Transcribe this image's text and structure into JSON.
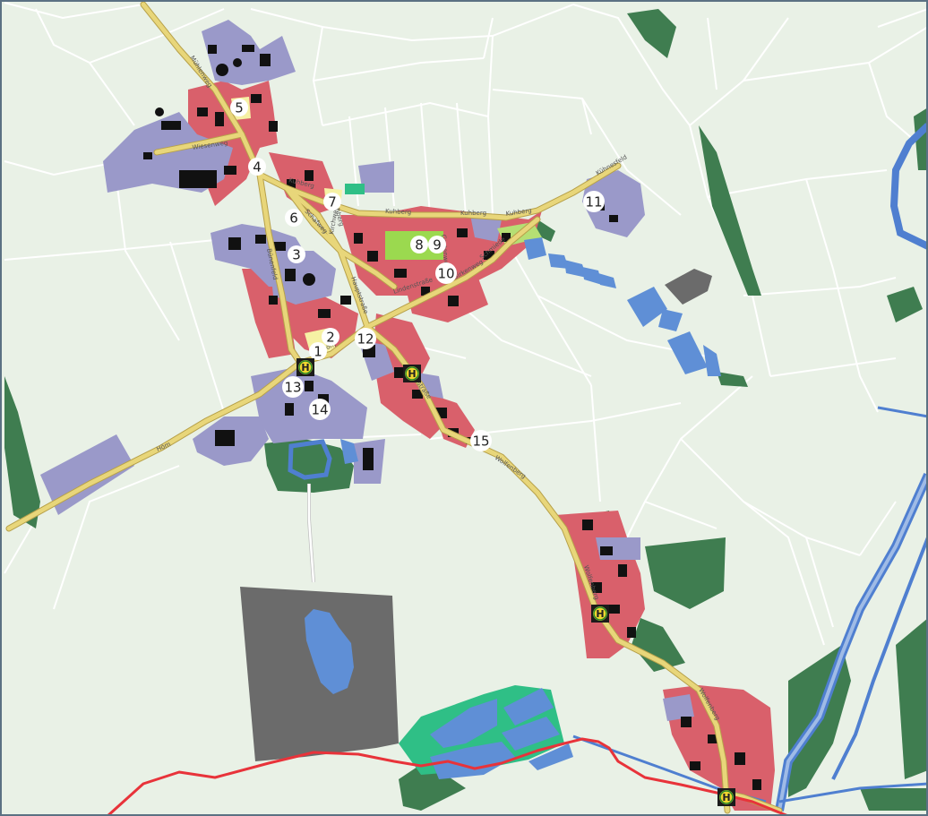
{
  "map": {
    "colors": {
      "background": "#e9f1e6",
      "field_line": "#ffffff",
      "residential": "#d9606b",
      "industrial": "#9a99c9",
      "building": "#111111",
      "forest": "#3f7d50",
      "water": "#5f8fd6",
      "quarry": "#6b6b6b",
      "park": "#9bd94f",
      "cemetery": "#2fbf86",
      "main_road": "#e8d67a",
      "road_casing": "#b7a14a",
      "route": "#e8333a",
      "waterway": "#4f7fd0",
      "marker_fill": "#ffffff",
      "stop_fill": "#f2d62f",
      "stop_ring": "#2b8a2b"
    },
    "streets": [
      "Mühlenweg",
      "Wiesenweg",
      "Kuhberg",
      "Kuhberg",
      "Kuhberg",
      "Kuhberg",
      "Kuhberg",
      "Kühnesfeld",
      "Höm",
      "Höm",
      "Wolfenberg",
      "Wolfenberg",
      "Wolfenberg",
      "Bünenfeld",
      "Schafweg",
      "Kirchweg",
      "Hauptstraße",
      "Lindenstraße",
      "Birkenweg",
      "Schmiede",
      "Gartenweg",
      "Talstraße"
    ],
    "markers": [
      {
        "id": "1",
        "label": "1"
      },
      {
        "id": "2",
        "label": "2"
      },
      {
        "id": "3",
        "label": "3"
      },
      {
        "id": "4",
        "label": "4"
      },
      {
        "id": "5",
        "label": "5"
      },
      {
        "id": "6",
        "label": "6"
      },
      {
        "id": "7",
        "label": "7"
      },
      {
        "id": "8",
        "label": "8"
      },
      {
        "id": "9",
        "label": "9"
      },
      {
        "id": "10",
        "label": "10"
      },
      {
        "id": "11",
        "label": "11"
      },
      {
        "id": "12",
        "label": "12"
      },
      {
        "id": "13",
        "label": "13"
      },
      {
        "id": "14",
        "label": "14"
      },
      {
        "id": "15",
        "label": "15"
      }
    ],
    "bus_stops": [
      {
        "label": "H"
      },
      {
        "label": "H"
      },
      {
        "label": "H"
      },
      {
        "label": "H"
      }
    ]
  }
}
